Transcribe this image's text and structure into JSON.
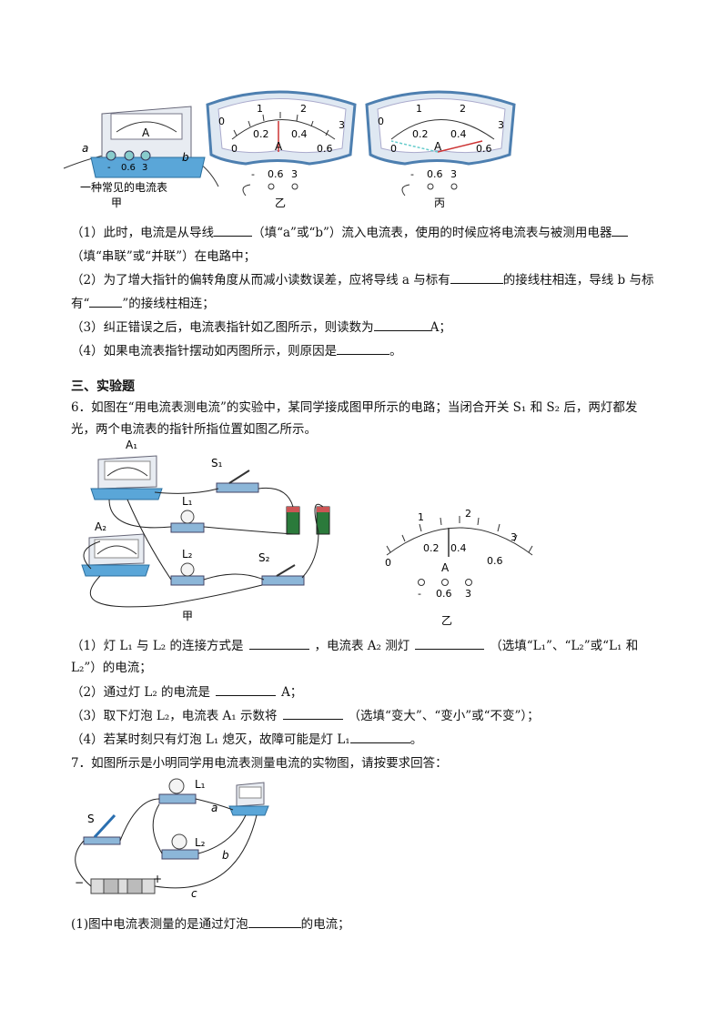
{
  "fig_top": {
    "jia_caption": "一种常见的电流表",
    "jia_label": "甲",
    "yi_label": "乙",
    "bing_label": "丙",
    "wire_a": "a",
    "wire_b": "b",
    "meter_letter": "A",
    "terminals": [
      "-",
      "0.6",
      "3"
    ],
    "scale_top": [
      "0",
      "1",
      "2",
      "3"
    ],
    "scale_bottom": [
      "0",
      "0.2",
      "0.4",
      "0.6"
    ]
  },
  "q5": {
    "p1a": "（1）此时，电流是从导线",
    "p1b": "（填“a”或“b”）流入电流表，使用的时候应将电流表与被测用电器",
    "p1c": "（填“串联”或“并联”）在电路中；",
    "p2a": "（2）为了增大指针的偏转角度从而减小读数误差，应将导线 a 与标有",
    "p2b": "的接线柱相连，导线 b 与标",
    "p2c": "有“",
    "p2d": "”的接线柱相连；",
    "p3a": "（3）纠正错误之后，电流表指针如乙图所示，则读数为",
    "p3b": "A；",
    "p4a": "（4）如果电流表指针摆动如丙图所示，则原因是",
    "p4b": "。"
  },
  "section3": "三、实验题",
  "q6": {
    "intro1": "6．如图在“用电流表测电流”的实验中，某同学接成图甲所示的电路；当闭合开关 S₁ 和 S₂ 后，两灯都发",
    "intro2": "光，两个电流表的指针所指位置如图乙所示。",
    "labels": {
      "A1": "A₁",
      "A2": "A₂",
      "S1": "S₁",
      "S2": "S₂",
      "L1": "L₁",
      "L2": "L₂",
      "jia": "甲",
      "yi": "乙"
    },
    "p1a": "（1）灯 L₁ 与 L₂ 的连接方式是",
    "p1b": "，电流表 A₂ 测灯",
    "p1c": "（选填“L₁”、“L₂”或“L₁ 和",
    "p1d": "L₂”）的电流；",
    "p2a": "（2）通过灯 L₂ 的电流是",
    "p2b": "A；",
    "p3a": "（3）取下灯泡 L₂，电流表 A₁ 示数将",
    "p3b": "（选填“变大”、“变小”或“不变”）；",
    "p4a": "（4）若某时刻只有灯泡 L₁ 熄灭，故障可能是灯 L₁",
    "p4b": "。"
  },
  "q7": {
    "intro": "7．如图所示是小明同学用电流表测量电流的实物图，请按要求回答：",
    "labels": {
      "S": "S",
      "L1": "L₁",
      "L2": "L₂",
      "a": "a",
      "b": "b",
      "c": "c",
      "minus": "−",
      "plus": "+"
    },
    "p1a": "(1)图中电流表测量的是通过灯泡",
    "p1b": "的电流；"
  }
}
